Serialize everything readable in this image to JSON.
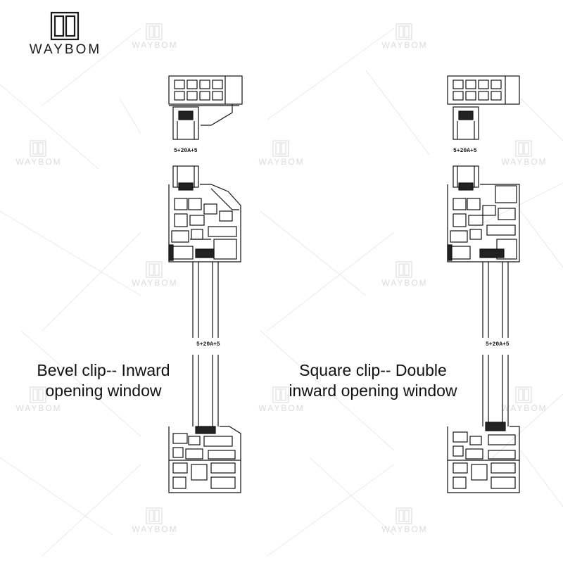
{
  "brand": {
    "name": "WAYBOM",
    "watermark": "WAYBOM",
    "color": "#1a1a1a",
    "watermark_color": "#bdbdbd"
  },
  "diagrams": [
    {
      "caption_line1": "Bevel clip-- Inward",
      "caption_line2": "opening window",
      "glass_top_label": "5+20A+5",
      "glass_mid_label": "5+20A+5"
    },
    {
      "caption_line1": "Square clip--  Double",
      "caption_line2": "inward opening window",
      "glass_top_label": "5+20A+5",
      "glass_mid_label": "5+20A+5"
    }
  ]
}
